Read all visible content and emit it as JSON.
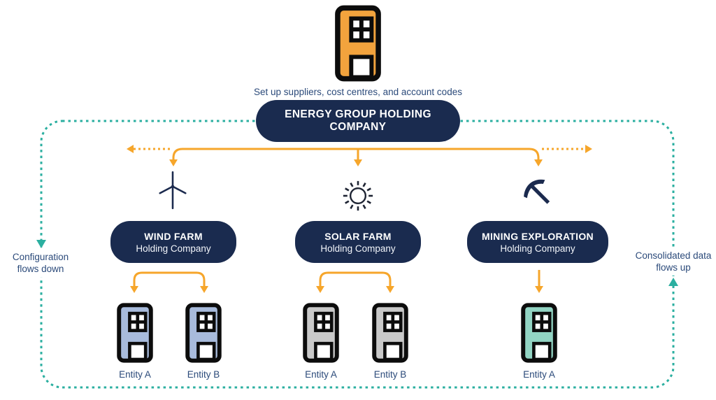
{
  "palette": {
    "navy": "#1a2b4f",
    "text_navy": "#2b4a7a",
    "orange": "#f6a62b",
    "teal": "#2bafa0",
    "building_outline": "#0c0c0c",
    "building_orange": "#f2a33d",
    "building_blue": "#a8bbdc",
    "building_gray": "#c9c9c9",
    "building_teal": "#92d4c3"
  },
  "root": {
    "caption": "Set up suppliers, cost centres, and account codes",
    "title": "ENERGY GROUP HOLDING COMPANY"
  },
  "flow_labels": {
    "left": {
      "line1": "Configuration",
      "line2": "flows down"
    },
    "right": {
      "line1": "Consolidated data",
      "line2": "flows up"
    }
  },
  "divisions": [
    {
      "title": "WIND FARM",
      "subtitle": "Holding Company",
      "icon": "wind-turbine-icon",
      "entities": [
        "Entity A",
        "Entity B"
      ]
    },
    {
      "title": "SOLAR FARM",
      "subtitle": "Holding Company",
      "icon": "sun-icon",
      "entities": [
        "Entity A",
        "Entity B"
      ]
    },
    {
      "title": "MINING EXPLORATION",
      "subtitle": "Holding Company",
      "icon": "pickaxe-icon",
      "entities": [
        "Entity A"
      ]
    }
  ]
}
